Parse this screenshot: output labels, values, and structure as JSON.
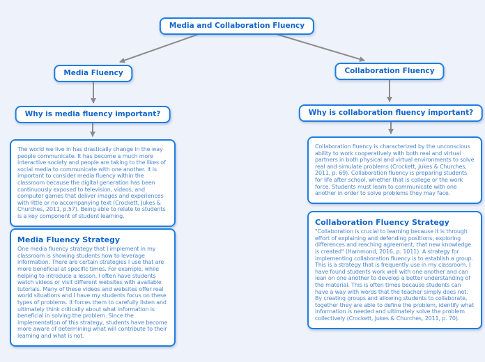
{
  "diagram_title": "Media and Collaboration Fluency",
  "colors": {
    "background": "#eef2fb",
    "node_border": "#1d7ee0",
    "node_fill": "#ffffff",
    "heading_text": "#1266cc",
    "body_text": "#4d86cc",
    "connector": "#8c8c8c"
  },
  "nodes": {
    "root": {
      "label": "Media and Collaboration Fluency"
    },
    "media": {
      "label": "Media Fluency"
    },
    "collab": {
      "label": "Collaboration Fluency"
    },
    "media_why": {
      "label": "Why is media fluency important?"
    },
    "collab_why": {
      "label": "Why is collaboration fluency important?"
    },
    "media_why_text": {
      "body": "The world we live in has drastically change in the way people communicate. It has become a much more interactive society and people are taking to the likes of social media to communicate with one another. It is important to consider media fluency within the classroom because the digital generation has been continuously exposed to television, videos, and computer games that deliver images and experiences with little or no accompanying text (Crockett, Jukes & Churches, 2011, p.57). Being able to relate to students is a key component of student learning."
    },
    "collab_why_text": {
      "body": "Collaboration fluency is characterized by the unconscious ability to work cooperatively with both real and virtual partners in both physical and virtual environments to solve real and simulate problems (Crockett, Jukes & Churches, 2011, p. 69). Collaboration fluency is preparing students for life after school, whether that is college or the work force. Students must learn to communicate with one another in order to solve problems they may face."
    },
    "media_strategy": {
      "title": "Media Fluency Strategy",
      "body": "One media fluency strategy that I implement in my classroom is showing students how to leverage information. There are certain strategies I use that are more beneficial at specific times. For example, while helping to introduce a lesson, I often have students watch videos or visit different websites with available tutorials. Many of these videos and websites offer real world situations and I have my students focus on these types of problems. It forces them to carefully listen and ultimately think critically about what information is beneficial in solving the problem. Since the implementation of this strategy, students have become more aware of determining what will contribute to their learning and what is not."
    },
    "collab_strategy": {
      "title": "Collaboration Fluency Strategy",
      "body": "\"Collaboration is crucial to learning because it is through effort of explaining and defending positions, exploring differences and reaching agreement, that new knowledge is created\" (Hammond, 2016, p. 1011). A strategy for implementing collaboration fluency is to establish a group. This is a strategy that is frequently use in my classroom. I have found students work well with one another and can lean on one another to develop a better understanding of the material. This is often times because students can have a way with words that the teacher simply does not. By creating groups and allowing students to collaborate, together they are able to define the problem, identify what information is needed and ultimately solve the problem collectively (Crockett, Jukes & Churches, 2011, p. 70)."
    }
  }
}
